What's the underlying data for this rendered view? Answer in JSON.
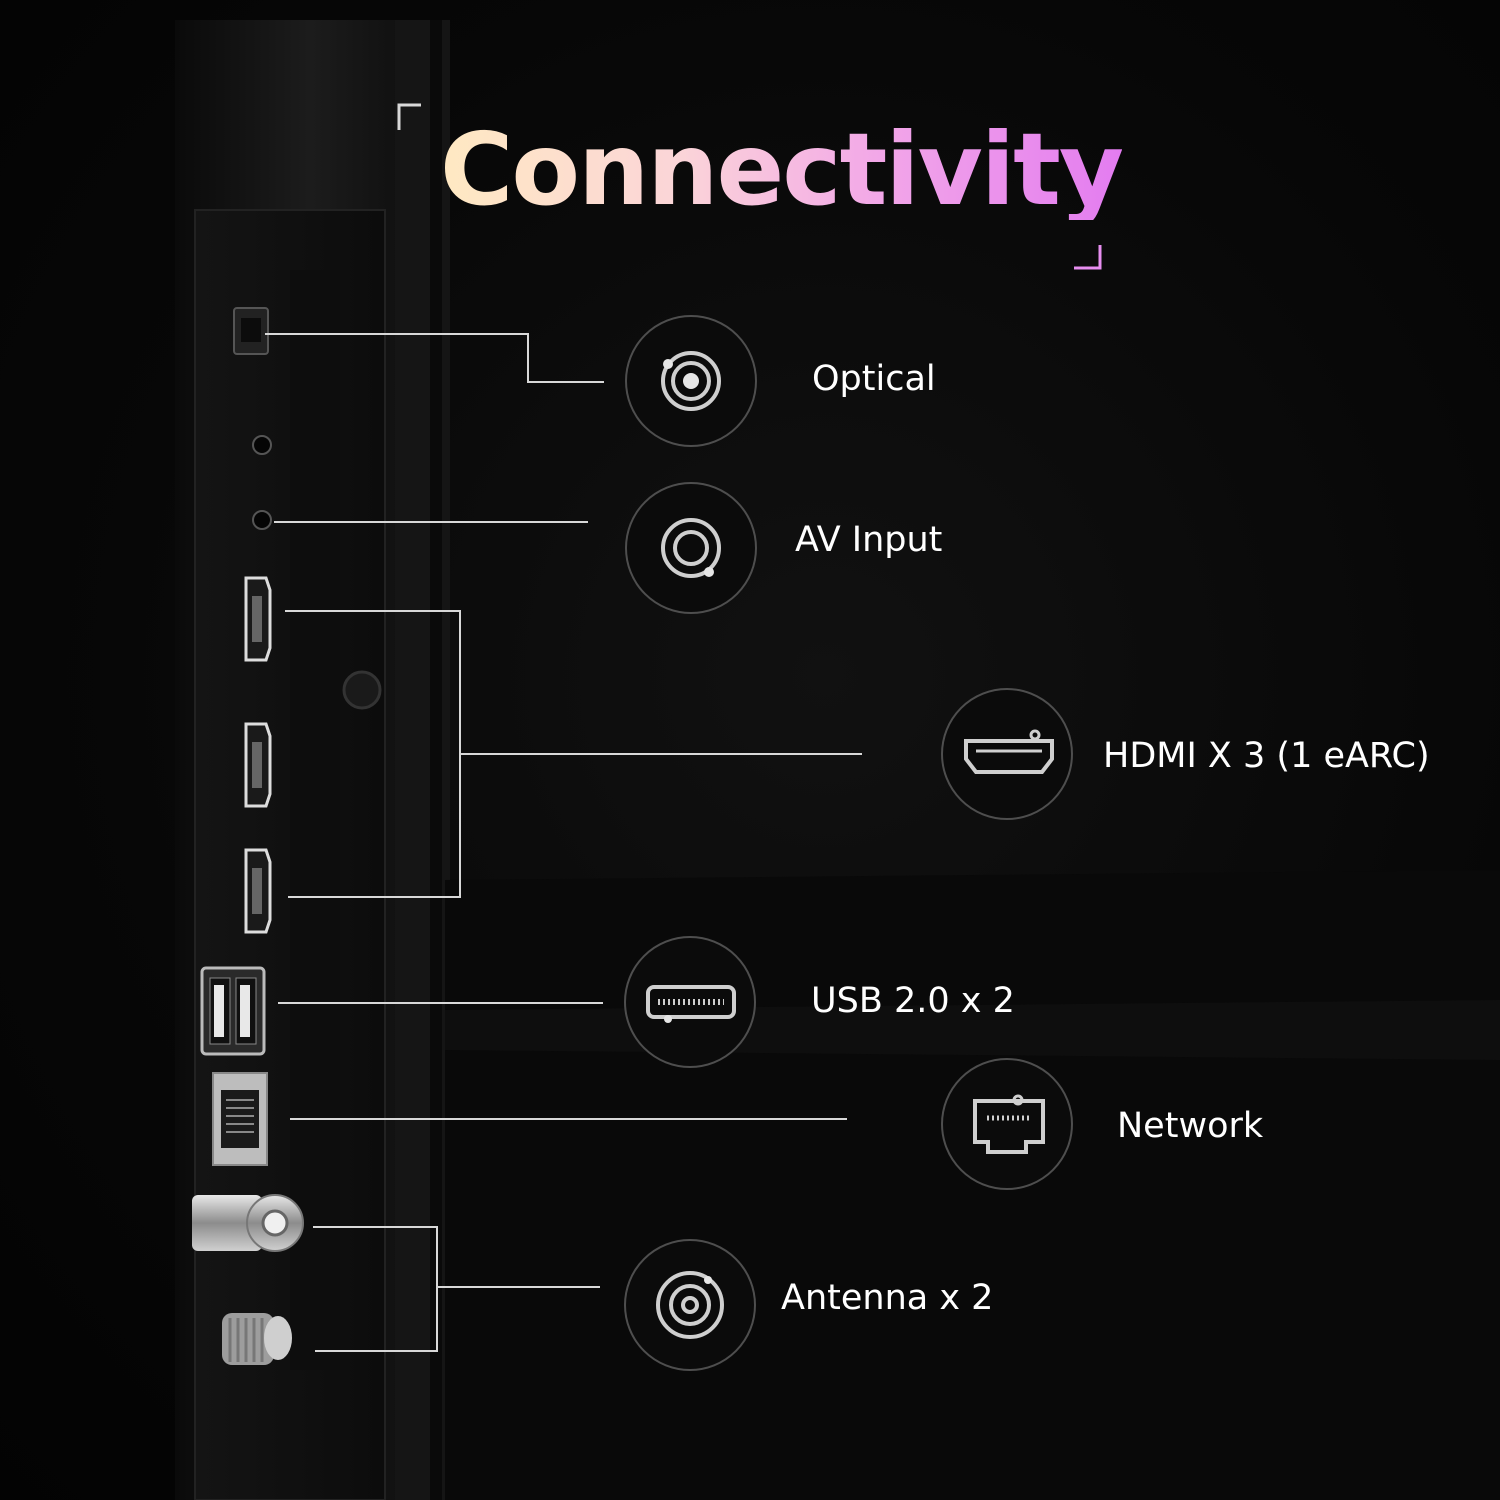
{
  "title": "Connectivity",
  "accent": {
    "title_gradient": [
      "#ffe9c2",
      "#f2a6e8",
      "#e37cf0"
    ],
    "bracket": "#e78ef0"
  },
  "ports": [
    {
      "id": "optical",
      "label": "Optical",
      "icon": "optical-port-icon"
    },
    {
      "id": "av",
      "label": "AV Input",
      "icon": "av-input-icon"
    },
    {
      "id": "hdmi",
      "label": "HDMI X 3  (1 eARC)",
      "icon": "hdmi-port-icon"
    },
    {
      "id": "usb",
      "label": "USB 2.0 x 2",
      "icon": "usb-port-icon"
    },
    {
      "id": "network",
      "label": "Network",
      "icon": "ethernet-port-icon"
    },
    {
      "id": "antenna",
      "label": "Antenna x 2",
      "icon": "antenna-port-icon"
    }
  ]
}
